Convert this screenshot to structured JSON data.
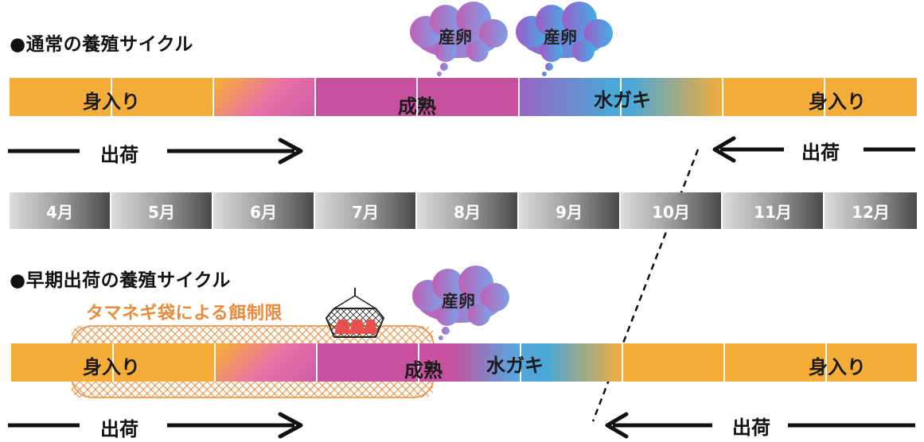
{
  "headings": {
    "normal": "●通常の養殖サイクル",
    "early": "●早期出荷の養殖サイクル"
  },
  "stages": {
    "fattening": "身入り",
    "maturation": "成熟",
    "water_oyster": "水ガキ"
  },
  "spawning_label": "産卵",
  "shipping_label": "出荷",
  "feed_restriction": "タマネギ袋による餌制限",
  "months": [
    "4月",
    "5月",
    "6月",
    "7月",
    "8月",
    "9月",
    "10月",
    "11月",
    "12月"
  ],
  "colors": {
    "fattening": "#f5ad3a",
    "maturation": "#c8519f",
    "water_oyster": "#4aa7d8",
    "net_orange": "#e88a3c"
  }
}
